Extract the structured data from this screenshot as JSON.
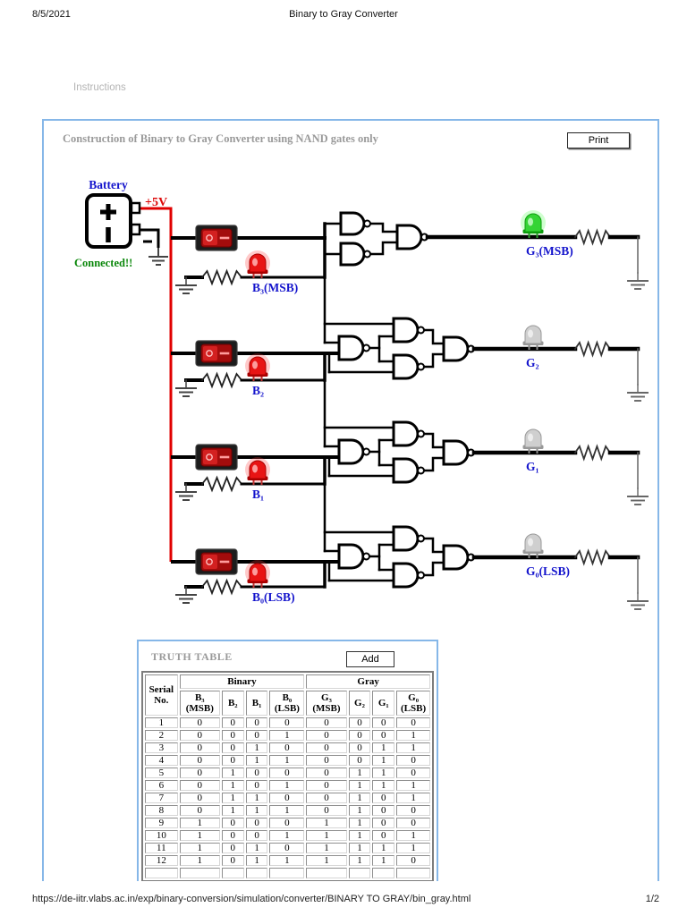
{
  "page": {
    "date": "8/5/2021",
    "title": "Binary to Gray Converter",
    "instructions_label": "Instructions",
    "footer_url": "https://de-iitr.vlabs.ac.in/exp/binary-conversion/simulation/converter/BINARY TO GRAY/bin_gray.html",
    "page_number": "1/2"
  },
  "panel": {
    "title": "Construction of Binary to Gray Converter using NAND gates only",
    "print_label": "Print"
  },
  "circuit": {
    "gate_type": "NAND",
    "battery_label": "Battery",
    "voltage_label": "+5V",
    "status_label": "Connected!!",
    "colors": {
      "wire_red": "#e00000",
      "label_blue": "#1414cc",
      "status_green": "#0a870a",
      "led_red": "#e81414",
      "led_green": "#35d435",
      "led_off": "#cfcfcf",
      "panel_border": "#86b7e8"
    },
    "input_rows": [
      {
        "label": "B₃(MSB)",
        "led": "red",
        "switch_state": "on"
      },
      {
        "label": "B₂",
        "led": "red",
        "switch_state": "on"
      },
      {
        "label": "B₁",
        "led": "red",
        "switch_state": "on"
      },
      {
        "label": "B₀(LSB)",
        "led": "red",
        "switch_state": "on"
      }
    ],
    "output_rows": [
      {
        "label": "G₃(MSB)",
        "led": "green"
      },
      {
        "label": "G₂",
        "led": "off"
      },
      {
        "label": "G₁",
        "led": "off"
      },
      {
        "label": "G₀(LSB)",
        "led": "off"
      }
    ]
  },
  "truth_table": {
    "title": "TRUTH TABLE",
    "add_label": "Add",
    "serial_header": "Serial No.",
    "group_binary": "Binary",
    "group_gray": "Gray",
    "binary_headers": [
      "B₃ (MSB)",
      "B₂",
      "B₁",
      "B₀ (LSB)"
    ],
    "gray_headers": [
      "G₃ (MSB)",
      "G₂",
      "G₁",
      "G₀ (LSB)"
    ],
    "rows": [
      [
        "1",
        "0",
        "0",
        "0",
        "0",
        "0",
        "0",
        "0",
        "0"
      ],
      [
        "2",
        "0",
        "0",
        "0",
        "1",
        "0",
        "0",
        "0",
        "1"
      ],
      [
        "3",
        "0",
        "0",
        "1",
        "0",
        "0",
        "0",
        "1",
        "1"
      ],
      [
        "4",
        "0",
        "0",
        "1",
        "1",
        "0",
        "0",
        "1",
        "0"
      ],
      [
        "5",
        "0",
        "1",
        "0",
        "0",
        "0",
        "1",
        "1",
        "0"
      ],
      [
        "6",
        "0",
        "1",
        "0",
        "1",
        "0",
        "1",
        "1",
        "1"
      ],
      [
        "7",
        "0",
        "1",
        "1",
        "0",
        "0",
        "1",
        "0",
        "1"
      ],
      [
        "8",
        "0",
        "1",
        "1",
        "1",
        "0",
        "1",
        "0",
        "0"
      ],
      [
        "9",
        "1",
        "0",
        "0",
        "0",
        "1",
        "1",
        "0",
        "0"
      ],
      [
        "10",
        "1",
        "0",
        "0",
        "1",
        "1",
        "1",
        "0",
        "1"
      ],
      [
        "11",
        "1",
        "0",
        "1",
        "0",
        "1",
        "1",
        "1",
        "1"
      ],
      [
        "12",
        "1",
        "0",
        "1",
        "1",
        "1",
        "1",
        "1",
        "0"
      ]
    ]
  }
}
